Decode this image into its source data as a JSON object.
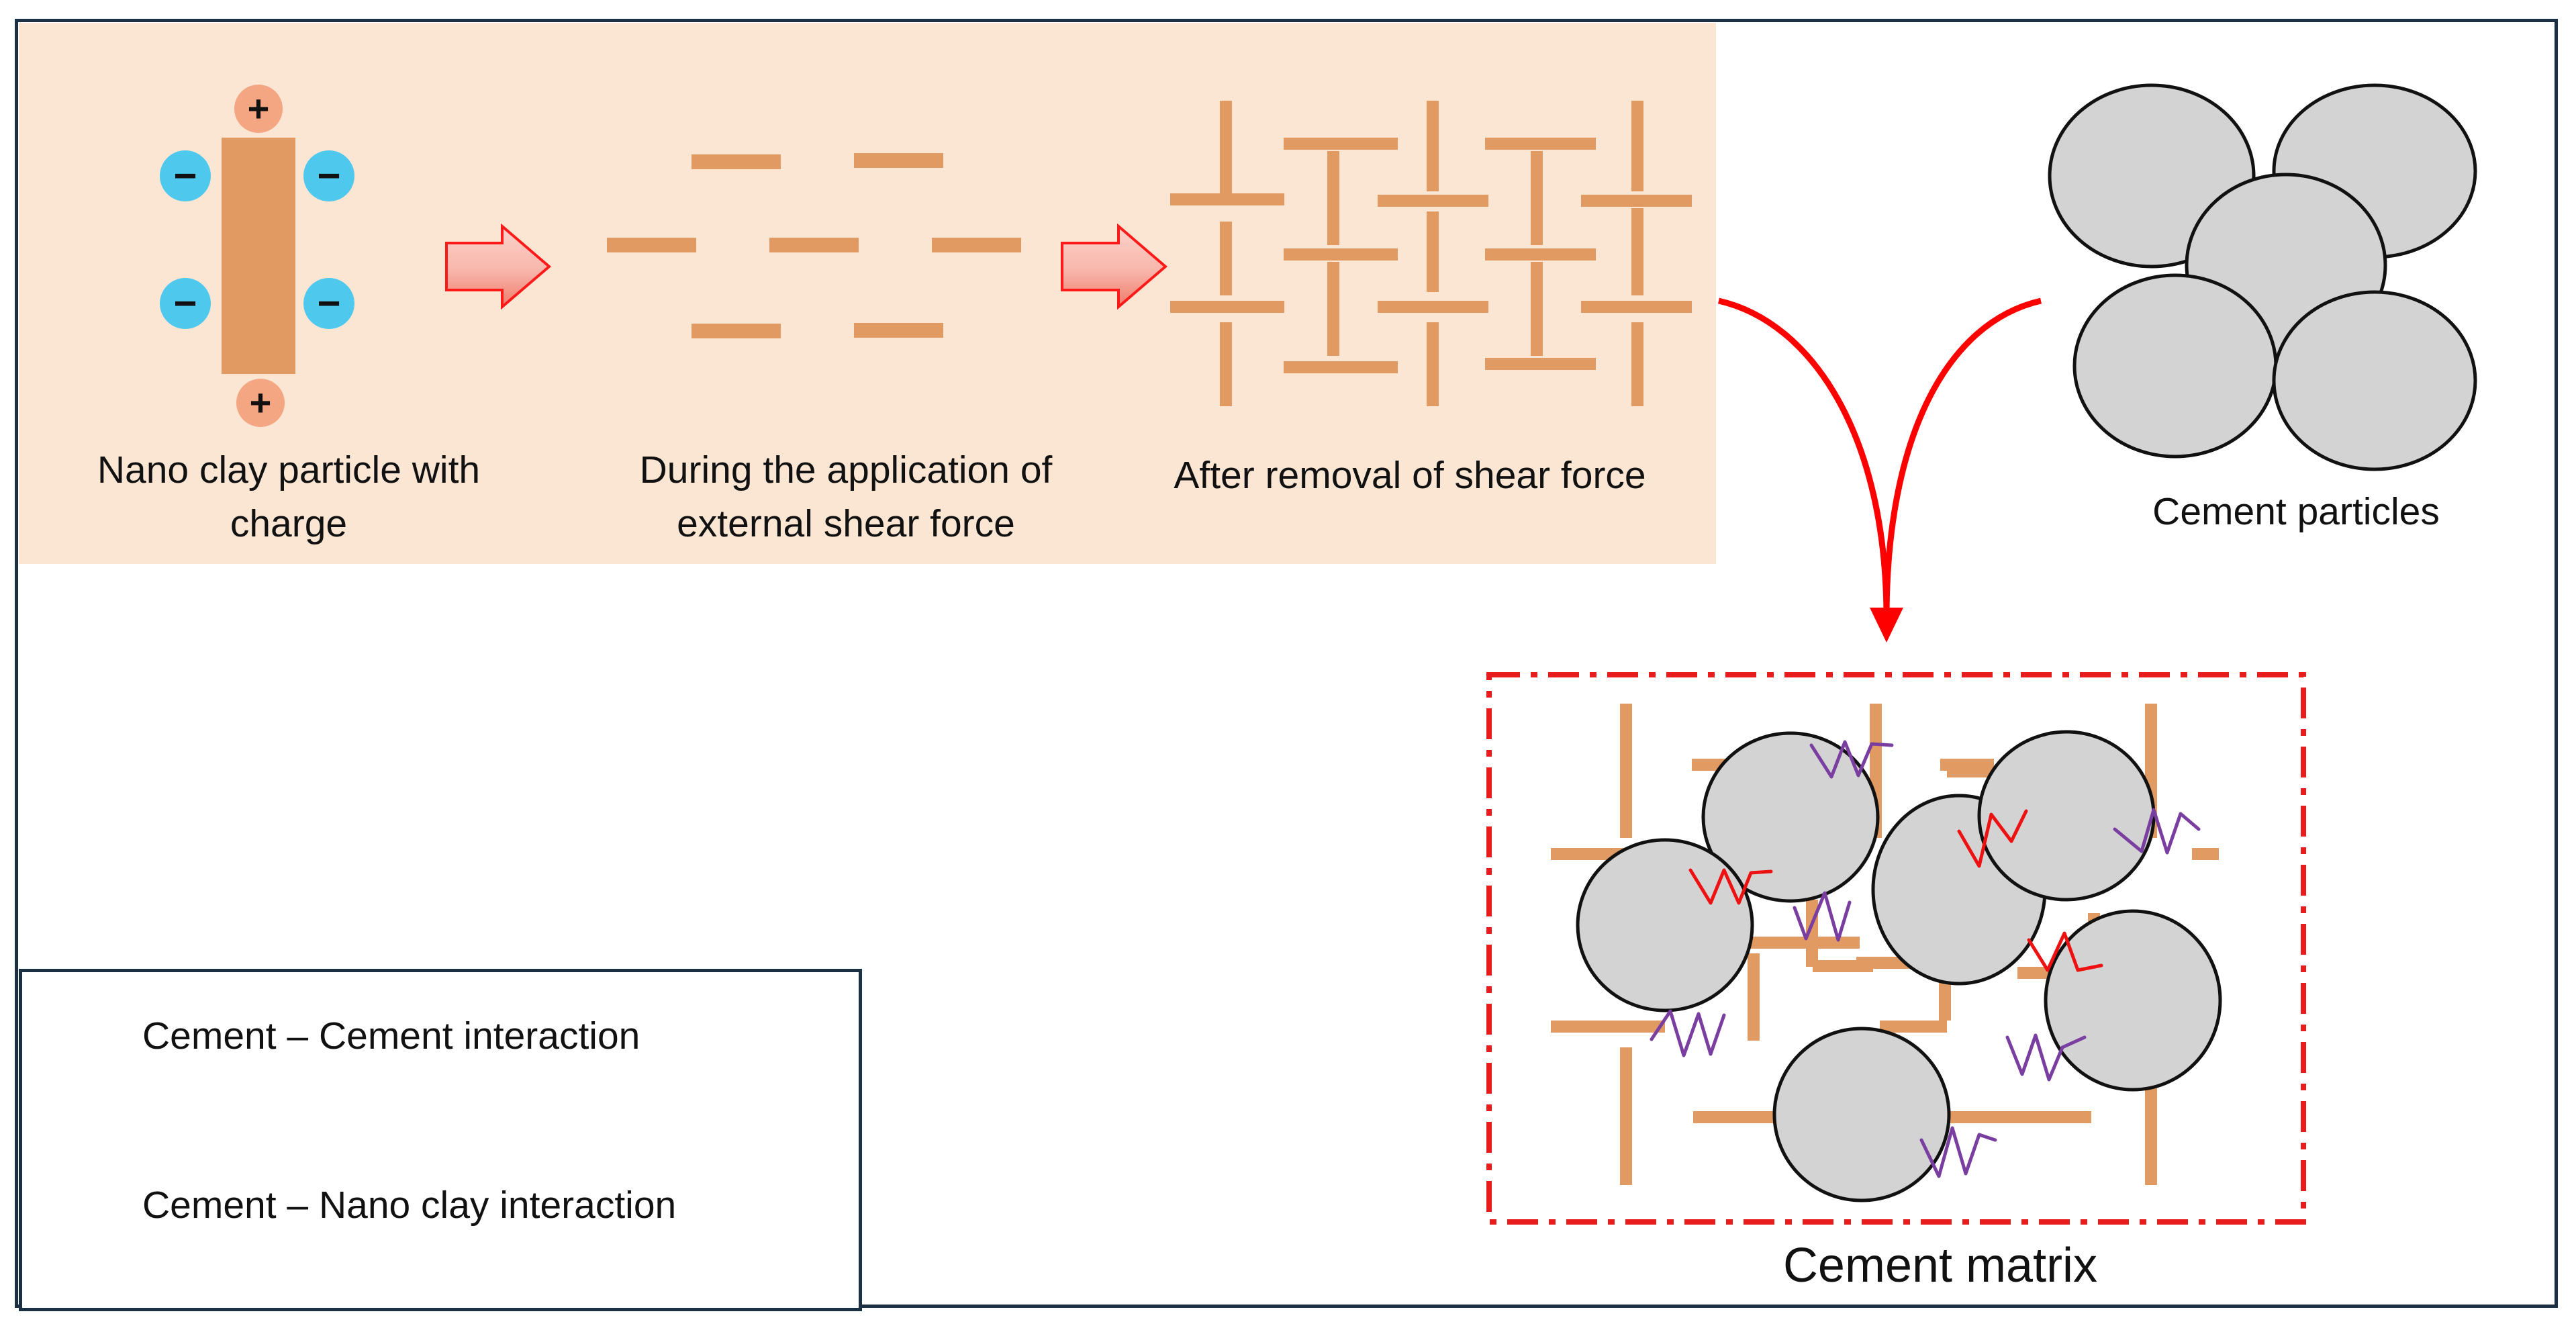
{
  "stages": {
    "nano_clay": "Nano clay particle with charge",
    "during_shear": "During the application of external shear force",
    "after_shear": "After removal of shear force"
  },
  "charges": {
    "positive": "+",
    "negative": "−"
  },
  "cement_particles_label": "Cement particles",
  "cement_matrix_label": "Cement matrix",
  "legend": {
    "cement_cement": "Cement – Cement interaction",
    "cement_nanoclay": "Cement – Nano clay interaction"
  },
  "colors": {
    "panel": "#fbe6d4",
    "clay": "#e09a62",
    "positive_charge": "#f4a582",
    "negative_charge": "#4fc8ee",
    "particle": "#d3d3d3",
    "arrow": "#ff0000",
    "cement_interaction": "#ee1111",
    "nanoclay_interaction": "#7a3ea0",
    "frame": "#1b3043"
  }
}
